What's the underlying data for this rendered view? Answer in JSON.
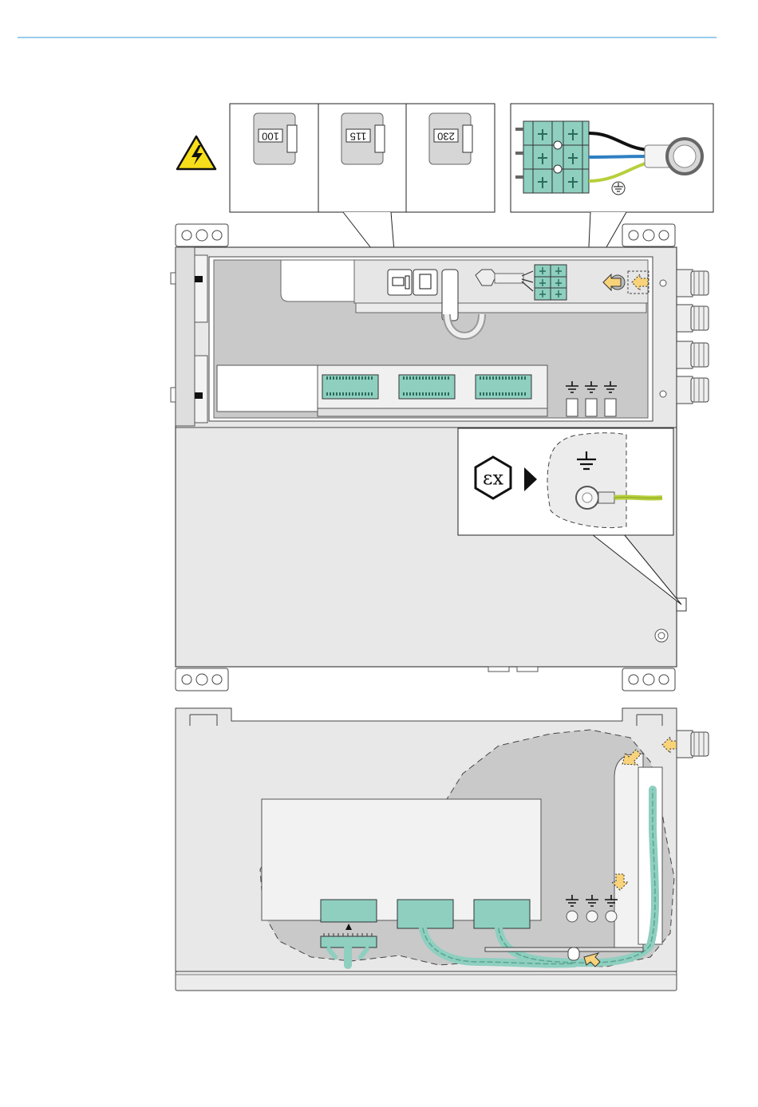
{
  "page": {
    "header_rule_color": "#5aaee0"
  },
  "colors": {
    "panel_gray": "#c9c9c9",
    "panel_light": "#e6e6e6",
    "terminal_green": "#8ecfc0",
    "terminal_dark": "#5aa592",
    "arrow_orange": "#f8d37a",
    "wire_blue": "#2f7fc2",
    "wire_yellow_green": "#b7cf3c",
    "warning_yellow": "#f6de1a"
  },
  "voltage_selector": {
    "options": [
      {
        "label": "100"
      },
      {
        "label": "115"
      },
      {
        "label": "230"
      }
    ]
  },
  "icons": {
    "warning": "high-voltage-warning-icon",
    "ground": "ground-symbol-icon",
    "ex": "ex-explosion-protection-icon"
  }
}
